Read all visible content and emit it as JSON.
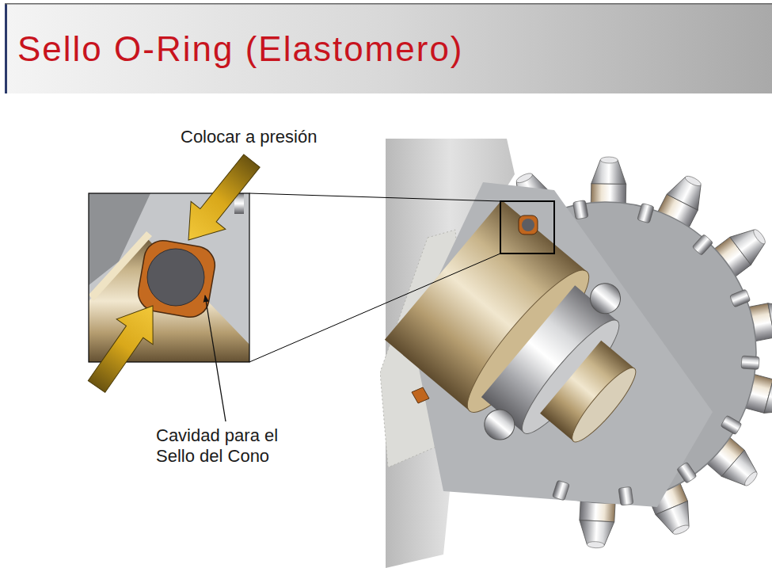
{
  "diagram": {
    "title": "Sello O-Ring (Elastomero)",
    "labels": [
      "Colocar a presión",
      "Cavidad para el Sello del Cono"
    ]
  }
}
